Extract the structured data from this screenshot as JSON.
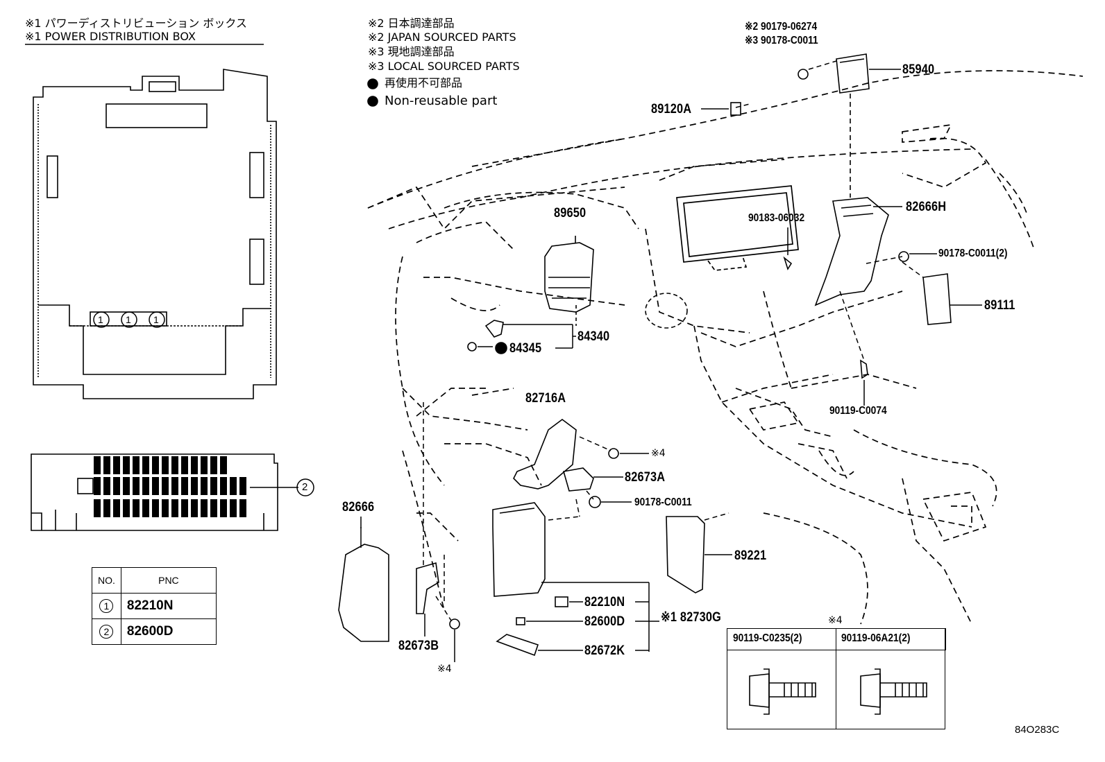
{
  "notes": {
    "pdb_jp": "※1 パワーディストリビューション ボックス",
    "pdb_en": "※1 POWER DISTRIBUTION BOX",
    "japan_jp": "※2 日本調達部品",
    "japan_en": "※2 JAPAN SOURCED PARTS",
    "local_jp": "※3 現地調達部品",
    "local_en": "※3 LOCAL SOURCED PARTS",
    "nonreuse_jp": "再使用不可部品",
    "nonreuse_en": "Non-reusable part"
  },
  "circled_numbers": {
    "one": "1",
    "two": "2"
  },
  "pnc_table": {
    "header_no": "NO.",
    "header_pnc": "PNC",
    "rows": [
      {
        "no": "1",
        "pnc": "82210N"
      },
      {
        "no": "2",
        "pnc": "82600D"
      }
    ]
  },
  "parts": {
    "p_90179_06274": "※2 90179-06274",
    "p_90178_C0011_top": "※3 90178-C0011",
    "p_85940": "85940",
    "p_89120A": "89120A",
    "p_89650": "89650",
    "p_82666H": "82666H",
    "p_90183_06032": "90183-06032",
    "p_90178_C0011_2": "90178-C0011(2)",
    "p_89111": "89111",
    "p_84340": "84340",
    "p_84345": "84345",
    "p_90119_C0074": "90119-C0074",
    "p_82716A": "82716A",
    "p_note4_a": "※4",
    "p_82673A": "82673A",
    "p_90178_C0011": "90178-C0011",
    "p_82666": "82666",
    "p_89221": "89221",
    "p_82210N": "82210N",
    "p_82600D": "82600D",
    "p_82730G": "※1 82730G",
    "p_82672K": "82672K",
    "p_82673B": "82673B",
    "p_note4_b": "※4"
  },
  "bolt_table": {
    "note": "※4",
    "col1": "90119-C0235(2)",
    "col2": "90119-06A21(2)"
  },
  "figure_code": "84O283C"
}
